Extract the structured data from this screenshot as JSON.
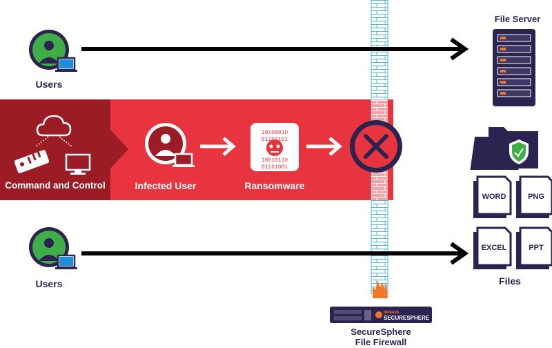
{
  "nodes": {
    "users_top": "Users",
    "users_bottom": "Users",
    "command_control": "Command and Control",
    "infected_user": "Infected User",
    "ransomware": "Ransomware",
    "file_server": "File Server",
    "files": "Files",
    "firewall_line1": "SecureSphere",
    "firewall_line2": "File Firewall",
    "appliance_brand": "SECURESPHERE",
    "appliance_vendor": "IMPERVA"
  },
  "file_types": [
    "WORD",
    "PNG",
    "EXCEL",
    "PPT"
  ],
  "colors": {
    "navy": "#2b2350",
    "red": "#e8343f",
    "dark_red": "#9b1c24",
    "green": "#3fae49",
    "blue": "#1e8fd6",
    "orange": "#f07a2a",
    "wall_line": "#49b8e6"
  },
  "icons": [
    "user-icon",
    "laptop-icon",
    "cloud-icon",
    "remote-control-icon",
    "monitor-icon",
    "skull-virus-icon",
    "block-x-icon",
    "server-icon",
    "folder-shield-icon",
    "document-icon",
    "fire-icon"
  ]
}
